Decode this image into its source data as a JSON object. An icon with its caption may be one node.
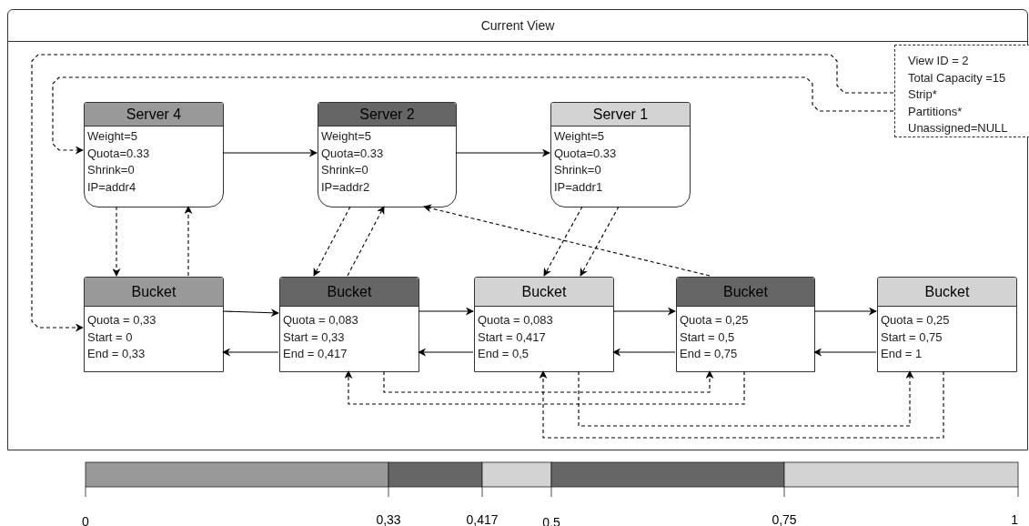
{
  "diagram": {
    "nodes": [
      {
        "text": [
          "Current View"
        ]
      },
      {
        "text": [
          "Server 4",
          "Weight=5",
          "Quota=0.33",
          "Shrink=0",
          "IP=addr4"
        ],
        "in": 0
      },
      {
        "text": [
          "Server 2",
          "Weight=5",
          "Quota=0.33",
          "Shrink=0",
          "IP=addr2"
        ],
        "in": 0
      },
      {
        "text": [
          "Server 1",
          "Weight=5",
          "Quota=0.33",
          "Shrink=0",
          "IP=addr1"
        ],
        "in": 0
      },
      {
        "text": [
          "View ID = 2",
          "Total Capacity =15",
          "Strip*",
          "Partitions*",
          "Unassigned=NULL"
        ],
        "in": 0
      },
      {
        "text": [
          "Bucket",
          "Quota = 0,33",
          "Start = 0",
          "End = 0,33"
        ],
        "in": 0
      },
      {
        "text": [
          "Bucket",
          "Quota = 0,083",
          "Start = 0,33",
          "End = 0,417"
        ],
        "in": 0
      },
      {
        "text": [
          "Bucket",
          "Quota = 0,083",
          "Start = 0,417",
          "End = 0,5"
        ],
        "in": 0
      },
      {
        "text": [
          "Bucket",
          "Quota = 0,25",
          "Start = 0,5",
          "End = 0,75"
        ],
        "in": 0
      },
      {
        "text": [
          "Bucket",
          "Quota = 0,25",
          "Start = 0,75",
          "End = 1"
        ],
        "in": 0
      }
    ],
    "edges": [
      {
        "from": 1,
        "to": 2,
        "arrow": "to"
      },
      {
        "from": 2,
        "to": 3,
        "arrow": "to"
      },
      {
        "from": 4,
        "to": 5,
        "arrow": "to",
        "style": "dashed"
      },
      {
        "from": 4,
        "to": 1,
        "arrow": "to",
        "style": "dashed"
      },
      {
        "from": 1,
        "to": 5,
        "arrow": "to",
        "style": "dashed"
      },
      {
        "from": 5,
        "to": 1,
        "arrow": "to",
        "style": "dashed"
      },
      {
        "from": 2,
        "to": 6,
        "arrow": "to",
        "style": "dashed"
      },
      {
        "from": 6,
        "to": 2,
        "arrow": "to",
        "style": "dashed"
      },
      {
        "from": 3,
        "to": 7,
        "arrow": "to",
        "style": "dashed"
      },
      {
        "from": 3,
        "to": 7,
        "arrow": "to",
        "style": "dashed"
      },
      {
        "from": 8,
        "to": 2,
        "arrow": "to",
        "style": "dashed"
      },
      {
        "from": 5,
        "to": 6,
        "arrow": "to"
      },
      {
        "from": 6,
        "to": 5,
        "arrow": "to"
      },
      {
        "from": 6,
        "to": 7,
        "arrow": "to"
      },
      {
        "from": 7,
        "to": 6,
        "arrow": "to"
      },
      {
        "from": 7,
        "to": 8,
        "arrow": "to"
      },
      {
        "from": 8,
        "to": 7,
        "arrow": "to"
      },
      {
        "from": 8,
        "to": 9,
        "arrow": "to"
      },
      {
        "from": 9,
        "to": 8,
        "arrow": "to"
      },
      {
        "from": 6,
        "to": 8,
        "arrow": "to",
        "style": "dashed"
      },
      {
        "from": 8,
        "to": 6,
        "arrow": "to",
        "style": "dashed"
      },
      {
        "from": 7,
        "to": 9,
        "arrow": "to",
        "style": "dashed"
      },
      {
        "from": 9,
        "to": 7,
        "arrow": "to",
        "style": "dashed"
      }
    ],
    "labels": [
      "0",
      "0,33",
      "0,417",
      "0.5",
      "0,75",
      "1"
    ]
  }
}
